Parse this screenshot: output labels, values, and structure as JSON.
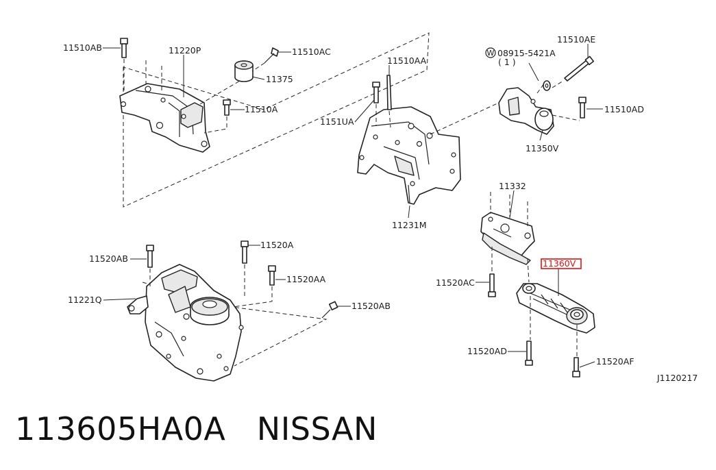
{
  "diagram": {
    "reference_code": "J1120217",
    "highlighted_part": "11360V",
    "labels": {
      "p11510AB": "11510AB",
      "p11220P": "11220P",
      "p11510AC": "11510AC",
      "p11375": "11375",
      "p11510A": "11510A",
      "p11510AA": "11510AA",
      "p1151UA": "1151UA",
      "p11231M": "11231M",
      "p08915": "08915-5421A",
      "p08915_qty": "( 1 )",
      "p08915_mark": "W",
      "p11510AE": "11510AE",
      "p11510AD": "11510AD",
      "p11350V": "11350V",
      "p11332": "11332",
      "p11360V": "11360V",
      "p11520AC": "11520AC",
      "p11520AD": "11520AD",
      "p11520AF": "11520AF",
      "p11520AB_top": "11520AB",
      "p11520A": "11520A",
      "p11520AA": "11520AA",
      "p11221Q": "11221Q",
      "p11520AB_right": "11520AB"
    }
  },
  "caption": {
    "part_number": "113605HA0A",
    "brand": "NISSAN"
  },
  "colors": {
    "highlight": "#e01010",
    "ink": "#222222",
    "background": "#ffffff"
  }
}
